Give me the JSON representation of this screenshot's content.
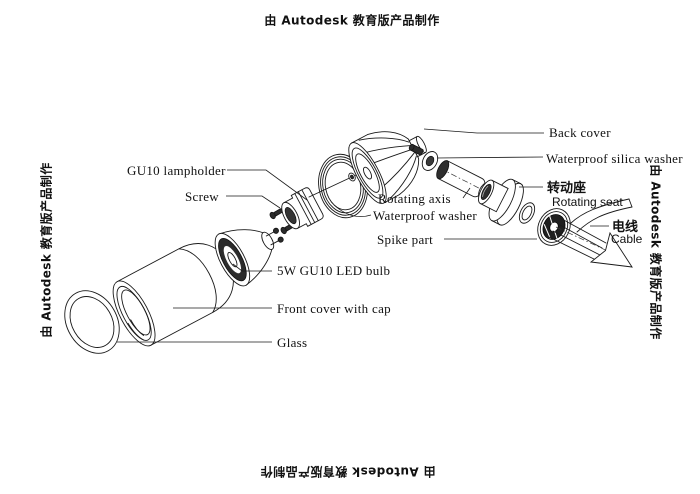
{
  "watermark": {
    "text": "由 Autodesk 教育版产品制作"
  },
  "colors": {
    "background": "#ffffff",
    "line": "#1a1a1a",
    "dark_fill": "#2b2b2b"
  },
  "labels": {
    "back_cover": "Back cover",
    "waterproof_silica_washer": "Waterproof silica washer",
    "rotating_seat_zh": "转动座",
    "rotating_seat_en": "Rotating seat",
    "cable_zh": "电线",
    "cable_en": "Cable",
    "gu10_lampholder": "GU10 lampholder",
    "screw": "Screw",
    "rotating_axis": "Rotating axis",
    "waterproof_washer": "Waterproof washer",
    "spike_part": "Spike part",
    "led_bulb": "5W GU10 LED bulb",
    "front_cover_with_cap": "Front cover with cap",
    "glass": "Glass"
  }
}
